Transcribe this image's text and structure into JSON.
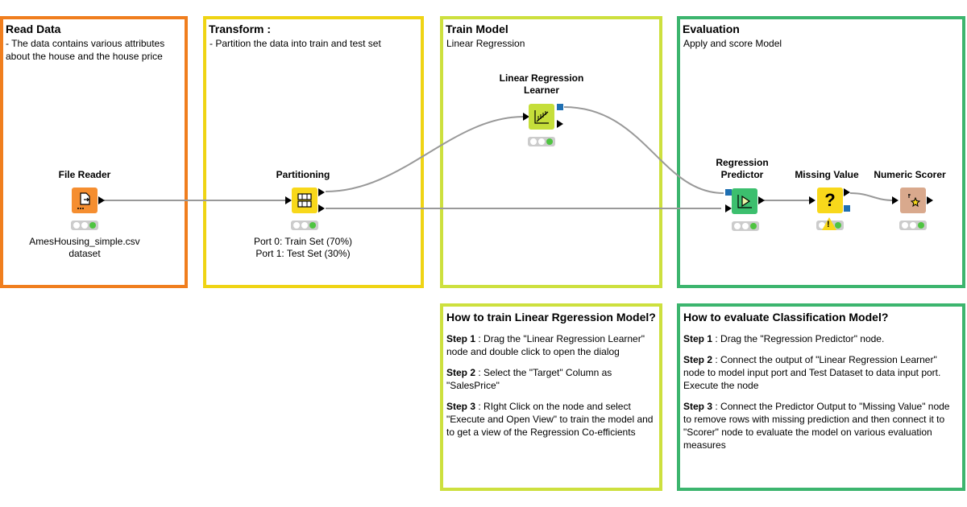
{
  "annotations": {
    "read": {
      "title": "Read Data",
      "text": " - The data contains various attributes about the house and the house price"
    },
    "transform": {
      "title": "Transform  :",
      "text": "-  Partition the data into train and test set"
    },
    "train": {
      "title": "Train Model",
      "text": "Linear Regression"
    },
    "evaluation": {
      "title": "Evaluation",
      "text": "Apply and score Model"
    },
    "how_train": {
      "title": "How to train Linear Rgeression Model?",
      "steps": [
        {
          "label": "Step 1",
          "text": ": Drag the \"Linear Regression Learner\" node and double click to open the dialog"
        },
        {
          "label": "Step 2",
          "text": ": Select the \"Target\" Column as \"SalesPrice\""
        },
        {
          "label": "Step 3",
          "text": ": RIght Click on the node and select \"Execute and Open View\" to train the model and to get a view of the Regression Co-efficients"
        }
      ]
    },
    "how_eval": {
      "title": "How to evaluate Classification Model?",
      "steps": [
        {
          "label": "Step 1",
          "text": ": Drag the \"Regression Predictor\" node."
        },
        {
          "label": "Step 2",
          "text": ": Connect the output of \"Linear Regression Learner\" node to model input port and Test Dataset to data input port. Execute the node"
        },
        {
          "label": "Step 3",
          "text": ": Connect the Predictor Output to \"Missing Value\" node to remove rows with missing prediction and then connect it to \"Scorer\" node to evaluate the model on various evaluation measures"
        }
      ]
    }
  },
  "nodes": {
    "file_reader": {
      "title": "File Reader",
      "caption_line1": "AmesHousing_simple.csv",
      "caption_line2": "dataset",
      "color": "#F58E30"
    },
    "partitioning": {
      "title": "Partitioning",
      "caption_line1": "Port 0: Train Set (70%)",
      "caption_line2": "Port 1: Test Set (30%)",
      "color": "#F8D81B"
    },
    "lr_learner": {
      "title_line1": "Linear Regression",
      "title_line2": "Learner",
      "color": "#C5DE3A"
    },
    "reg_predictor": {
      "title_line1": "Regression",
      "title_line2": "Predictor",
      "color": "#3CBF6E"
    },
    "missing_value": {
      "title": "Missing Value",
      "glyph": "?",
      "color": "#F8D81B",
      "warning": "!"
    },
    "numeric_scorer": {
      "title": "Numeric Scorer",
      "color": "#D9A98D"
    }
  }
}
